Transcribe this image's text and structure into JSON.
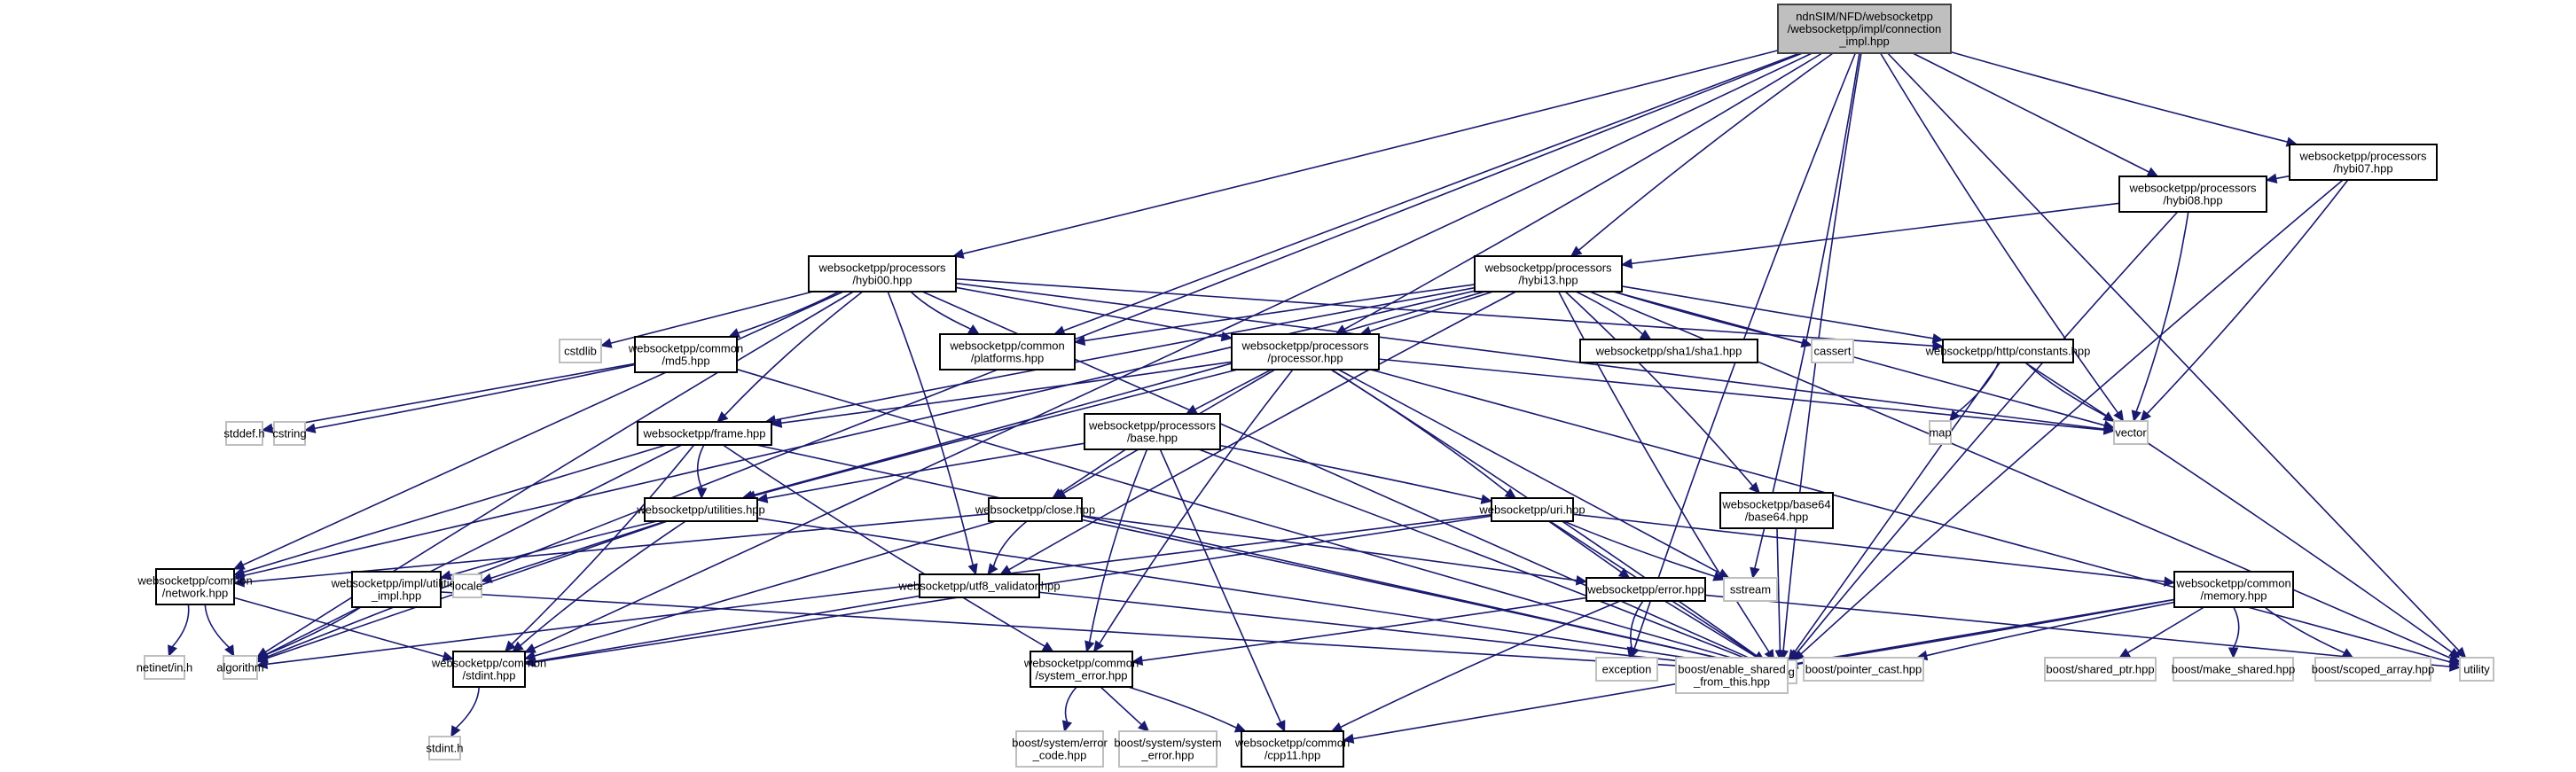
{
  "diagram": {
    "title": "Include dependency graph",
    "colors": {
      "edge": "#191970",
      "root_fill": "#bfbfbf",
      "root_border": "#404040",
      "internal_border": "#000000",
      "external_border": "#bfbfbf",
      "node_fill": "#ffffff"
    },
    "nodes": [
      {
        "id": "root",
        "label": [
          "ndnSIM/NFD/websocketpp",
          "/websocketpp/impl/connection",
          "_impl.hpp"
        ],
        "kind": "root"
      },
      {
        "id": "hybi07",
        "label": [
          "websocketpp/processors",
          "/hybi07.hpp"
        ],
        "kind": "internal"
      },
      {
        "id": "hybi08",
        "label": [
          "websocketpp/processors",
          "/hybi08.hpp"
        ],
        "kind": "internal"
      },
      {
        "id": "hybi00",
        "label": [
          "websocketpp/processors",
          "/hybi00.hpp"
        ],
        "kind": "internal"
      },
      {
        "id": "hybi13",
        "label": [
          "websocketpp/processors",
          "/hybi13.hpp"
        ],
        "kind": "internal"
      },
      {
        "id": "cstdlib",
        "label": [
          "cstdlib"
        ],
        "kind": "external"
      },
      {
        "id": "md5",
        "label": [
          "websocketpp/common",
          "/md5.hpp"
        ],
        "kind": "internal"
      },
      {
        "id": "platforms",
        "label": [
          "websocketpp/common",
          "/platforms.hpp"
        ],
        "kind": "internal"
      },
      {
        "id": "processor",
        "label": [
          "websocketpp/processors",
          "/processor.hpp"
        ],
        "kind": "internal"
      },
      {
        "id": "sha1",
        "label": [
          "websocketpp/sha1/sha1.hpp"
        ],
        "kind": "internal"
      },
      {
        "id": "cassert",
        "label": [
          "cassert"
        ],
        "kind": "external"
      },
      {
        "id": "constants",
        "label": [
          "websocketpp/http/constants.hpp"
        ],
        "kind": "internal"
      },
      {
        "id": "stddef",
        "label": [
          "stddef.h"
        ],
        "kind": "external"
      },
      {
        "id": "cstring",
        "label": [
          "cstring"
        ],
        "kind": "external"
      },
      {
        "id": "frame",
        "label": [
          "websocketpp/frame.hpp"
        ],
        "kind": "internal"
      },
      {
        "id": "base",
        "label": [
          "websocketpp/processors",
          "/base.hpp"
        ],
        "kind": "internal"
      },
      {
        "id": "map",
        "label": [
          "map"
        ],
        "kind": "external"
      },
      {
        "id": "vector",
        "label": [
          "vector"
        ],
        "kind": "external"
      },
      {
        "id": "utilities",
        "label": [
          "websocketpp/utilities.hpp"
        ],
        "kind": "internal"
      },
      {
        "id": "close",
        "label": [
          "websocketpp/close.hpp"
        ],
        "kind": "internal"
      },
      {
        "id": "uri",
        "label": [
          "websocketpp/uri.hpp"
        ],
        "kind": "internal"
      },
      {
        "id": "base64",
        "label": [
          "websocketpp/base64",
          "/base64.hpp"
        ],
        "kind": "internal"
      },
      {
        "id": "network",
        "label": [
          "websocketpp/common",
          "/network.hpp"
        ],
        "kind": "internal"
      },
      {
        "id": "utilimpl",
        "label": [
          "websocketpp/impl/utilities",
          "_impl.hpp"
        ],
        "kind": "internal"
      },
      {
        "id": "locale",
        "label": [
          "locale"
        ],
        "kind": "external"
      },
      {
        "id": "utf8",
        "label": [
          "websocketpp/utf8_validator.hpp"
        ],
        "kind": "internal"
      },
      {
        "id": "error",
        "label": [
          "websocketpp/error.hpp"
        ],
        "kind": "internal"
      },
      {
        "id": "sstream",
        "label": [
          "sstream"
        ],
        "kind": "external"
      },
      {
        "id": "memory",
        "label": [
          "websocketpp/common",
          "/memory.hpp"
        ],
        "kind": "internal"
      },
      {
        "id": "netinet",
        "label": [
          "netinet/in.h"
        ],
        "kind": "external"
      },
      {
        "id": "algorithm",
        "label": [
          "algorithm"
        ],
        "kind": "external"
      },
      {
        "id": "stdint",
        "label": [
          "websocketpp/common",
          "/stdint.hpp"
        ],
        "kind": "internal"
      },
      {
        "id": "syserr",
        "label": [
          "websocketpp/common",
          "/system_error.hpp"
        ],
        "kind": "internal"
      },
      {
        "id": "string",
        "label": [
          "string"
        ],
        "kind": "external"
      },
      {
        "id": "exception",
        "label": [
          "exception"
        ],
        "kind": "external"
      },
      {
        "id": "enableshared",
        "label": [
          "boost/enable_shared",
          "_from_this.hpp"
        ],
        "kind": "external"
      },
      {
        "id": "pointercast",
        "label": [
          "boost/pointer_cast.hpp"
        ],
        "kind": "external"
      },
      {
        "id": "sharedptr",
        "label": [
          "boost/shared_ptr.hpp"
        ],
        "kind": "external"
      },
      {
        "id": "makeshared",
        "label": [
          "boost/make_shared.hpp"
        ],
        "kind": "external"
      },
      {
        "id": "scopedarray",
        "label": [
          "boost/scoped_array.hpp"
        ],
        "kind": "external"
      },
      {
        "id": "utility",
        "label": [
          "utility"
        ],
        "kind": "external"
      },
      {
        "id": "stdinth",
        "label": [
          "stdint.h"
        ],
        "kind": "external"
      },
      {
        "id": "errcode",
        "label": [
          "boost/system/error",
          "_code.hpp"
        ],
        "kind": "external"
      },
      {
        "id": "bsyserr",
        "label": [
          "boost/system/system",
          "_error.hpp"
        ],
        "kind": "external"
      },
      {
        "id": "cpp11",
        "label": [
          "websocketpp/common",
          "/cpp11.hpp"
        ],
        "kind": "internal"
      }
    ],
    "edges": [
      [
        "root",
        "hybi07"
      ],
      [
        "root",
        "hybi08"
      ],
      [
        "root",
        "hybi00"
      ],
      [
        "root",
        "hybi13"
      ],
      [
        "root",
        "platforms"
      ],
      [
        "root",
        "processor"
      ],
      [
        "root",
        "vector"
      ],
      [
        "root",
        "utility"
      ],
      [
        "root",
        "sstream"
      ],
      [
        "root",
        "string"
      ],
      [
        "root",
        "algorithm"
      ],
      [
        "root",
        "stdint"
      ],
      [
        "root",
        "exception"
      ],
      [
        "hybi07",
        "hybi08"
      ],
      [
        "hybi07",
        "vector"
      ],
      [
        "hybi07",
        "string"
      ],
      [
        "hybi08",
        "hybi13"
      ],
      [
        "hybi08",
        "vector"
      ],
      [
        "hybi08",
        "string"
      ],
      [
        "hybi00",
        "cstdlib"
      ],
      [
        "hybi00",
        "md5"
      ],
      [
        "hybi00",
        "platforms"
      ],
      [
        "hybi00",
        "processor"
      ],
      [
        "hybi00",
        "constants"
      ],
      [
        "hybi00",
        "frame"
      ],
      [
        "hybi00",
        "network"
      ],
      [
        "hybi00",
        "utf8"
      ],
      [
        "hybi00",
        "algorithm"
      ],
      [
        "hybi00",
        "string"
      ],
      [
        "hybi00",
        "vector"
      ],
      [
        "hybi13",
        "platforms"
      ],
      [
        "hybi13",
        "processor"
      ],
      [
        "hybi13",
        "sha1"
      ],
      [
        "hybi13",
        "cassert"
      ],
      [
        "hybi13",
        "constants"
      ],
      [
        "hybi13",
        "base64"
      ],
      [
        "hybi13",
        "frame"
      ],
      [
        "hybi13",
        "network"
      ],
      [
        "hybi13",
        "utilities"
      ],
      [
        "hybi13",
        "utf8"
      ],
      [
        "hybi13",
        "vector"
      ],
      [
        "hybi13",
        "utility"
      ],
      [
        "hybi13",
        "string"
      ],
      [
        "md5",
        "stddef"
      ],
      [
        "md5",
        "cstring"
      ],
      [
        "md5",
        "string"
      ],
      [
        "processor",
        "base"
      ],
      [
        "processor",
        "frame"
      ],
      [
        "processor",
        "utilities"
      ],
      [
        "processor",
        "close"
      ],
      [
        "processor",
        "uri"
      ],
      [
        "processor",
        "syserr"
      ],
      [
        "processor",
        "sstream"
      ],
      [
        "processor",
        "string"
      ],
      [
        "processor",
        "vector"
      ],
      [
        "processor",
        "utility"
      ],
      [
        "constants",
        "map"
      ],
      [
        "constants",
        "vector"
      ],
      [
        "constants",
        "string"
      ],
      [
        "constants",
        "utility"
      ],
      [
        "frame",
        "utilities"
      ],
      [
        "frame",
        "network"
      ],
      [
        "frame",
        "stdint"
      ],
      [
        "frame",
        "syserr"
      ],
      [
        "frame",
        "algorithm"
      ],
      [
        "frame",
        "string"
      ],
      [
        "base",
        "utilities"
      ],
      [
        "base",
        "close"
      ],
      [
        "base",
        "uri"
      ],
      [
        "base",
        "syserr"
      ],
      [
        "base",
        "cpp11"
      ],
      [
        "base",
        "string"
      ],
      [
        "utilities",
        "utilimpl"
      ],
      [
        "utilities",
        "locale"
      ],
      [
        "utilities",
        "string"
      ],
      [
        "utilities",
        "stdint"
      ],
      [
        "utilities",
        "algorithm"
      ],
      [
        "close",
        "error"
      ],
      [
        "close",
        "utf8"
      ],
      [
        "close",
        "stdint"
      ],
      [
        "close",
        "string"
      ],
      [
        "close",
        "network"
      ],
      [
        "uri",
        "error"
      ],
      [
        "uri",
        "memory"
      ],
      [
        "uri",
        "sstream"
      ],
      [
        "uri",
        "string"
      ],
      [
        "uri",
        "stdint"
      ],
      [
        "uri",
        "algorithm"
      ],
      [
        "base64",
        "string"
      ],
      [
        "network",
        "netinet"
      ],
      [
        "network",
        "algorithm"
      ],
      [
        "network",
        "stdint"
      ],
      [
        "utilimpl",
        "algorithm"
      ],
      [
        "utilimpl",
        "string"
      ],
      [
        "utf8",
        "stdint"
      ],
      [
        "utf8",
        "string"
      ],
      [
        "error",
        "exception"
      ],
      [
        "error",
        "string"
      ],
      [
        "error",
        "syserr"
      ],
      [
        "error",
        "cpp11"
      ],
      [
        "error",
        "utility"
      ],
      [
        "memory",
        "enableshared"
      ],
      [
        "memory",
        "pointercast"
      ],
      [
        "memory",
        "sharedptr"
      ],
      [
        "memory",
        "makeshared"
      ],
      [
        "memory",
        "scopedarray"
      ],
      [
        "memory",
        "cpp11"
      ],
      [
        "stdint",
        "stdinth"
      ],
      [
        "syserr",
        "errcode"
      ],
      [
        "syserr",
        "bsyserr"
      ],
      [
        "syserr",
        "cpp11"
      ]
    ]
  }
}
